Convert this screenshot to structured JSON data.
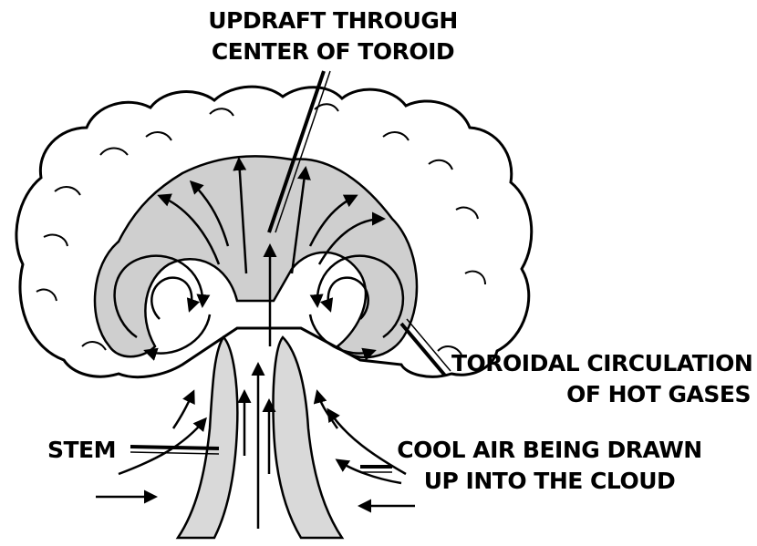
{
  "labels": {
    "updraft": [
      "UPDRAFT THROUGH",
      "CENTER OF TOROID"
    ],
    "toroidal": [
      "TOROIDAL CIRCULATION",
      "OF HOT GASES"
    ],
    "stem": [
      "STEM"
    ],
    "cool_air": [
      "COOL AIR BEING DRAWN",
      "UP INTO THE CLOUD"
    ]
  },
  "colors": {
    "ink": "#000000",
    "shade": "#cfcfcf",
    "paper": "#ffffff"
  }
}
